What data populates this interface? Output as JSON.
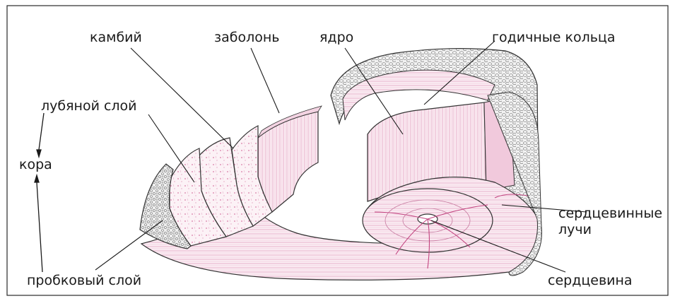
{
  "labels": {
    "kambiy": "камбий",
    "zabolon": "заболонь",
    "yadro": "ядро",
    "godichnye": "годичные кольца",
    "lubyanoy": "лубяной слой",
    "kora": "кора",
    "serdtsevinnye_1": "сердцевинные",
    "serdtsevinnye_2": "лучи",
    "probkovy": "пробковый слой",
    "serdtsevina": "сердцевина"
  },
  "colors": {
    "line": "#1a1a1a",
    "wood_pink": "#e88ab4",
    "wood_light": "#f8e6ee",
    "bark": "#8a8a8a",
    "frame": "#2a2a2a"
  }
}
